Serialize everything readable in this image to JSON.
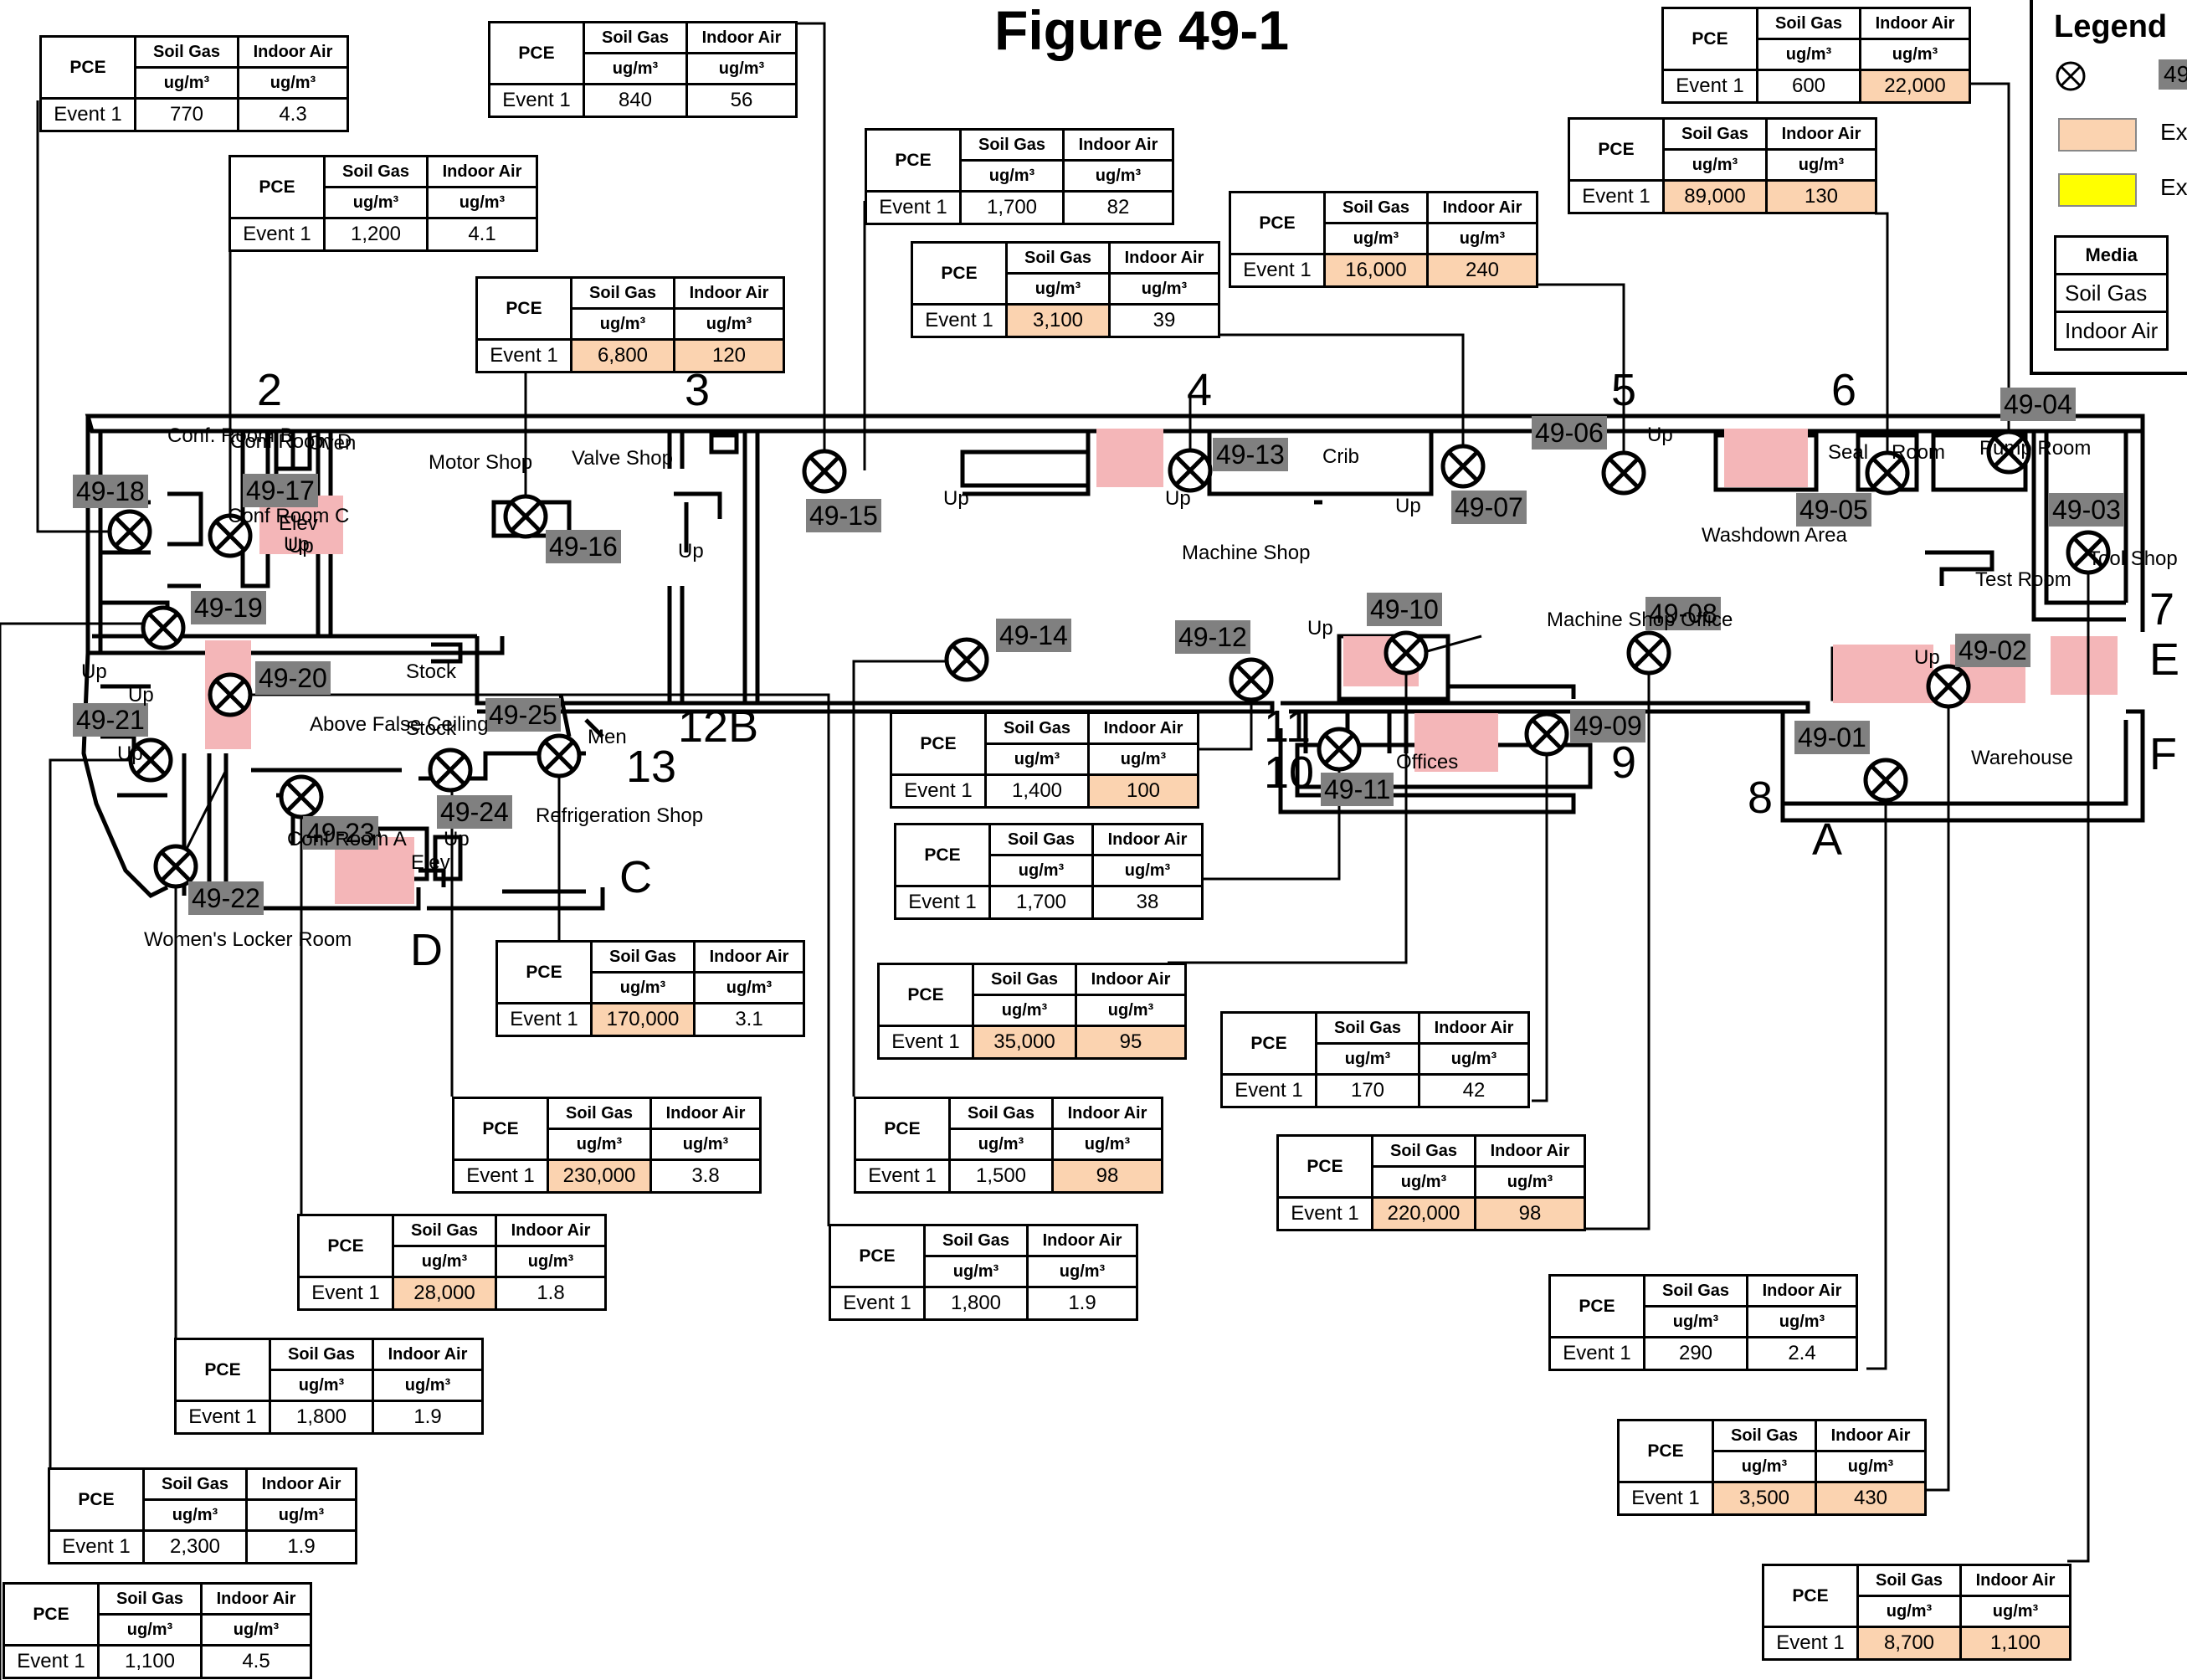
{
  "title": "Figure 49-1",
  "legend": {
    "title": "Legend",
    "symbol_icon": "sample-location-icon",
    "symbol_tag": "49",
    "swatch_colors": [
      "#fbd3b0",
      "#ffff00"
    ],
    "swatch_labels": [
      "Exc",
      "Exc"
    ],
    "table": {
      "header": "Media",
      "rows": [
        "Soil Gas",
        "Indoor Air"
      ]
    }
  },
  "table_headers": {
    "pce": "PCE",
    "soil_gas": "Soil Gas",
    "indoor_air": "Indoor Air",
    "unit": "ug/m³",
    "event": "Event 1"
  },
  "exceed_color": "#fbd3b0",
  "tag_color": "#808080",
  "highlight_color": "#f4b6b8",
  "tables": [
    {
      "soil_gas": "770",
      "indoor_air": "4.3",
      "sg_exceed": false,
      "ia_exceed": false
    },
    {
      "soil_gas": "840",
      "indoor_air": "56",
      "sg_exceed": false,
      "ia_exceed": false
    },
    {
      "soil_gas": "600",
      "indoor_air": "22,000",
      "sg_exceed": false,
      "ia_exceed": true
    },
    {
      "soil_gas": "1,200",
      "indoor_air": "4.1",
      "sg_exceed": false,
      "ia_exceed": false
    },
    {
      "soil_gas": "1,700",
      "indoor_air": "82",
      "sg_exceed": false,
      "ia_exceed": false
    },
    {
      "soil_gas": "89,000",
      "indoor_air": "130",
      "sg_exceed": true,
      "ia_exceed": true
    },
    {
      "soil_gas": "16,000",
      "indoor_air": "240",
      "sg_exceed": true,
      "ia_exceed": true
    },
    {
      "soil_gas": "3,100",
      "indoor_air": "39",
      "sg_exceed": true,
      "ia_exceed": false
    },
    {
      "soil_gas": "6,800",
      "indoor_air": "120",
      "sg_exceed": true,
      "ia_exceed": true
    },
    {
      "soil_gas": "1,400",
      "indoor_air": "100",
      "sg_exceed": false,
      "ia_exceed": true
    },
    {
      "soil_gas": "1,700",
      "indoor_air": "38",
      "sg_exceed": false,
      "ia_exceed": false
    },
    {
      "soil_gas": "170,000",
      "indoor_air": "3.1",
      "sg_exceed": true,
      "ia_exceed": false
    },
    {
      "soil_gas": "35,000",
      "indoor_air": "95",
      "sg_exceed": true,
      "ia_exceed": true
    },
    {
      "soil_gas": "170",
      "indoor_air": "42",
      "sg_exceed": false,
      "ia_exceed": false
    },
    {
      "soil_gas": "230,000",
      "indoor_air": "3.8",
      "sg_exceed": true,
      "ia_exceed": false
    },
    {
      "soil_gas": "1,500",
      "indoor_air": "98",
      "sg_exceed": false,
      "ia_exceed": true
    },
    {
      "soil_gas": "220,000",
      "indoor_air": "98",
      "sg_exceed": true,
      "ia_exceed": true
    },
    {
      "soil_gas": "28,000",
      "indoor_air": "1.8",
      "sg_exceed": true,
      "ia_exceed": false
    },
    {
      "soil_gas": "1,800",
      "indoor_air": "1.9",
      "sg_exceed": false,
      "ia_exceed": false
    },
    {
      "soil_gas": "290",
      "indoor_air": "2.4",
      "sg_exceed": false,
      "ia_exceed": false
    },
    {
      "soil_gas": "1,800",
      "indoor_air": "1.9",
      "sg_exceed": false,
      "ia_exceed": false
    },
    {
      "soil_gas": "3,500",
      "indoor_air": "430",
      "sg_exceed": true,
      "ia_exceed": true
    },
    {
      "soil_gas": "2,300",
      "indoor_air": "1.9",
      "sg_exceed": false,
      "ia_exceed": false
    },
    {
      "soil_gas": "8,700",
      "indoor_air": "1,100",
      "sg_exceed": true,
      "ia_exceed": true
    },
    {
      "soil_gas": "1,100",
      "indoor_air": "4.5",
      "sg_exceed": false,
      "ia_exceed": false
    }
  ],
  "sample_tags": [
    "49-18",
    "49-17",
    "49-19",
    "49-20",
    "49-21",
    "49-22",
    "49-23",
    "49-24",
    "49-25",
    "49-16",
    "49-15",
    "49-13",
    "49-14",
    "49-12",
    "49-10",
    "49-11",
    "49-09",
    "49-07",
    "49-06",
    "49-05",
    "49-04",
    "49-03",
    "49-02",
    "49-01",
    "49-08"
  ],
  "room_labels": [
    "Conf. Room B",
    "Conf Room D",
    "Oven",
    "Motor Shop",
    "Valve Shop",
    "Conf Room C",
    "Elev",
    "Up",
    "Machine Shop",
    "Crib",
    "Washdown Area",
    "Seal",
    "Room",
    "Pump Room",
    "Tool Shop",
    "Test Room",
    "Machine Shop Office",
    "Offices",
    "Warehouse",
    "Stock",
    "Stock",
    "Above False Ceiling",
    "Men",
    "Refrigeration Shop",
    "Conf Room A",
    "Elev",
    "Up",
    "Women's Locker Room",
    "Up",
    "Up",
    "Up",
    "Up",
    "Up",
    "Up",
    "Up",
    "Up",
    "Up",
    "Up",
    "Up"
  ],
  "grid_labels": [
    "2",
    "3",
    "4",
    "5",
    "6",
    "7",
    "E",
    "F",
    "12B",
    "13",
    "11",
    "10",
    "9",
    "8",
    "A",
    "C",
    "D"
  ]
}
